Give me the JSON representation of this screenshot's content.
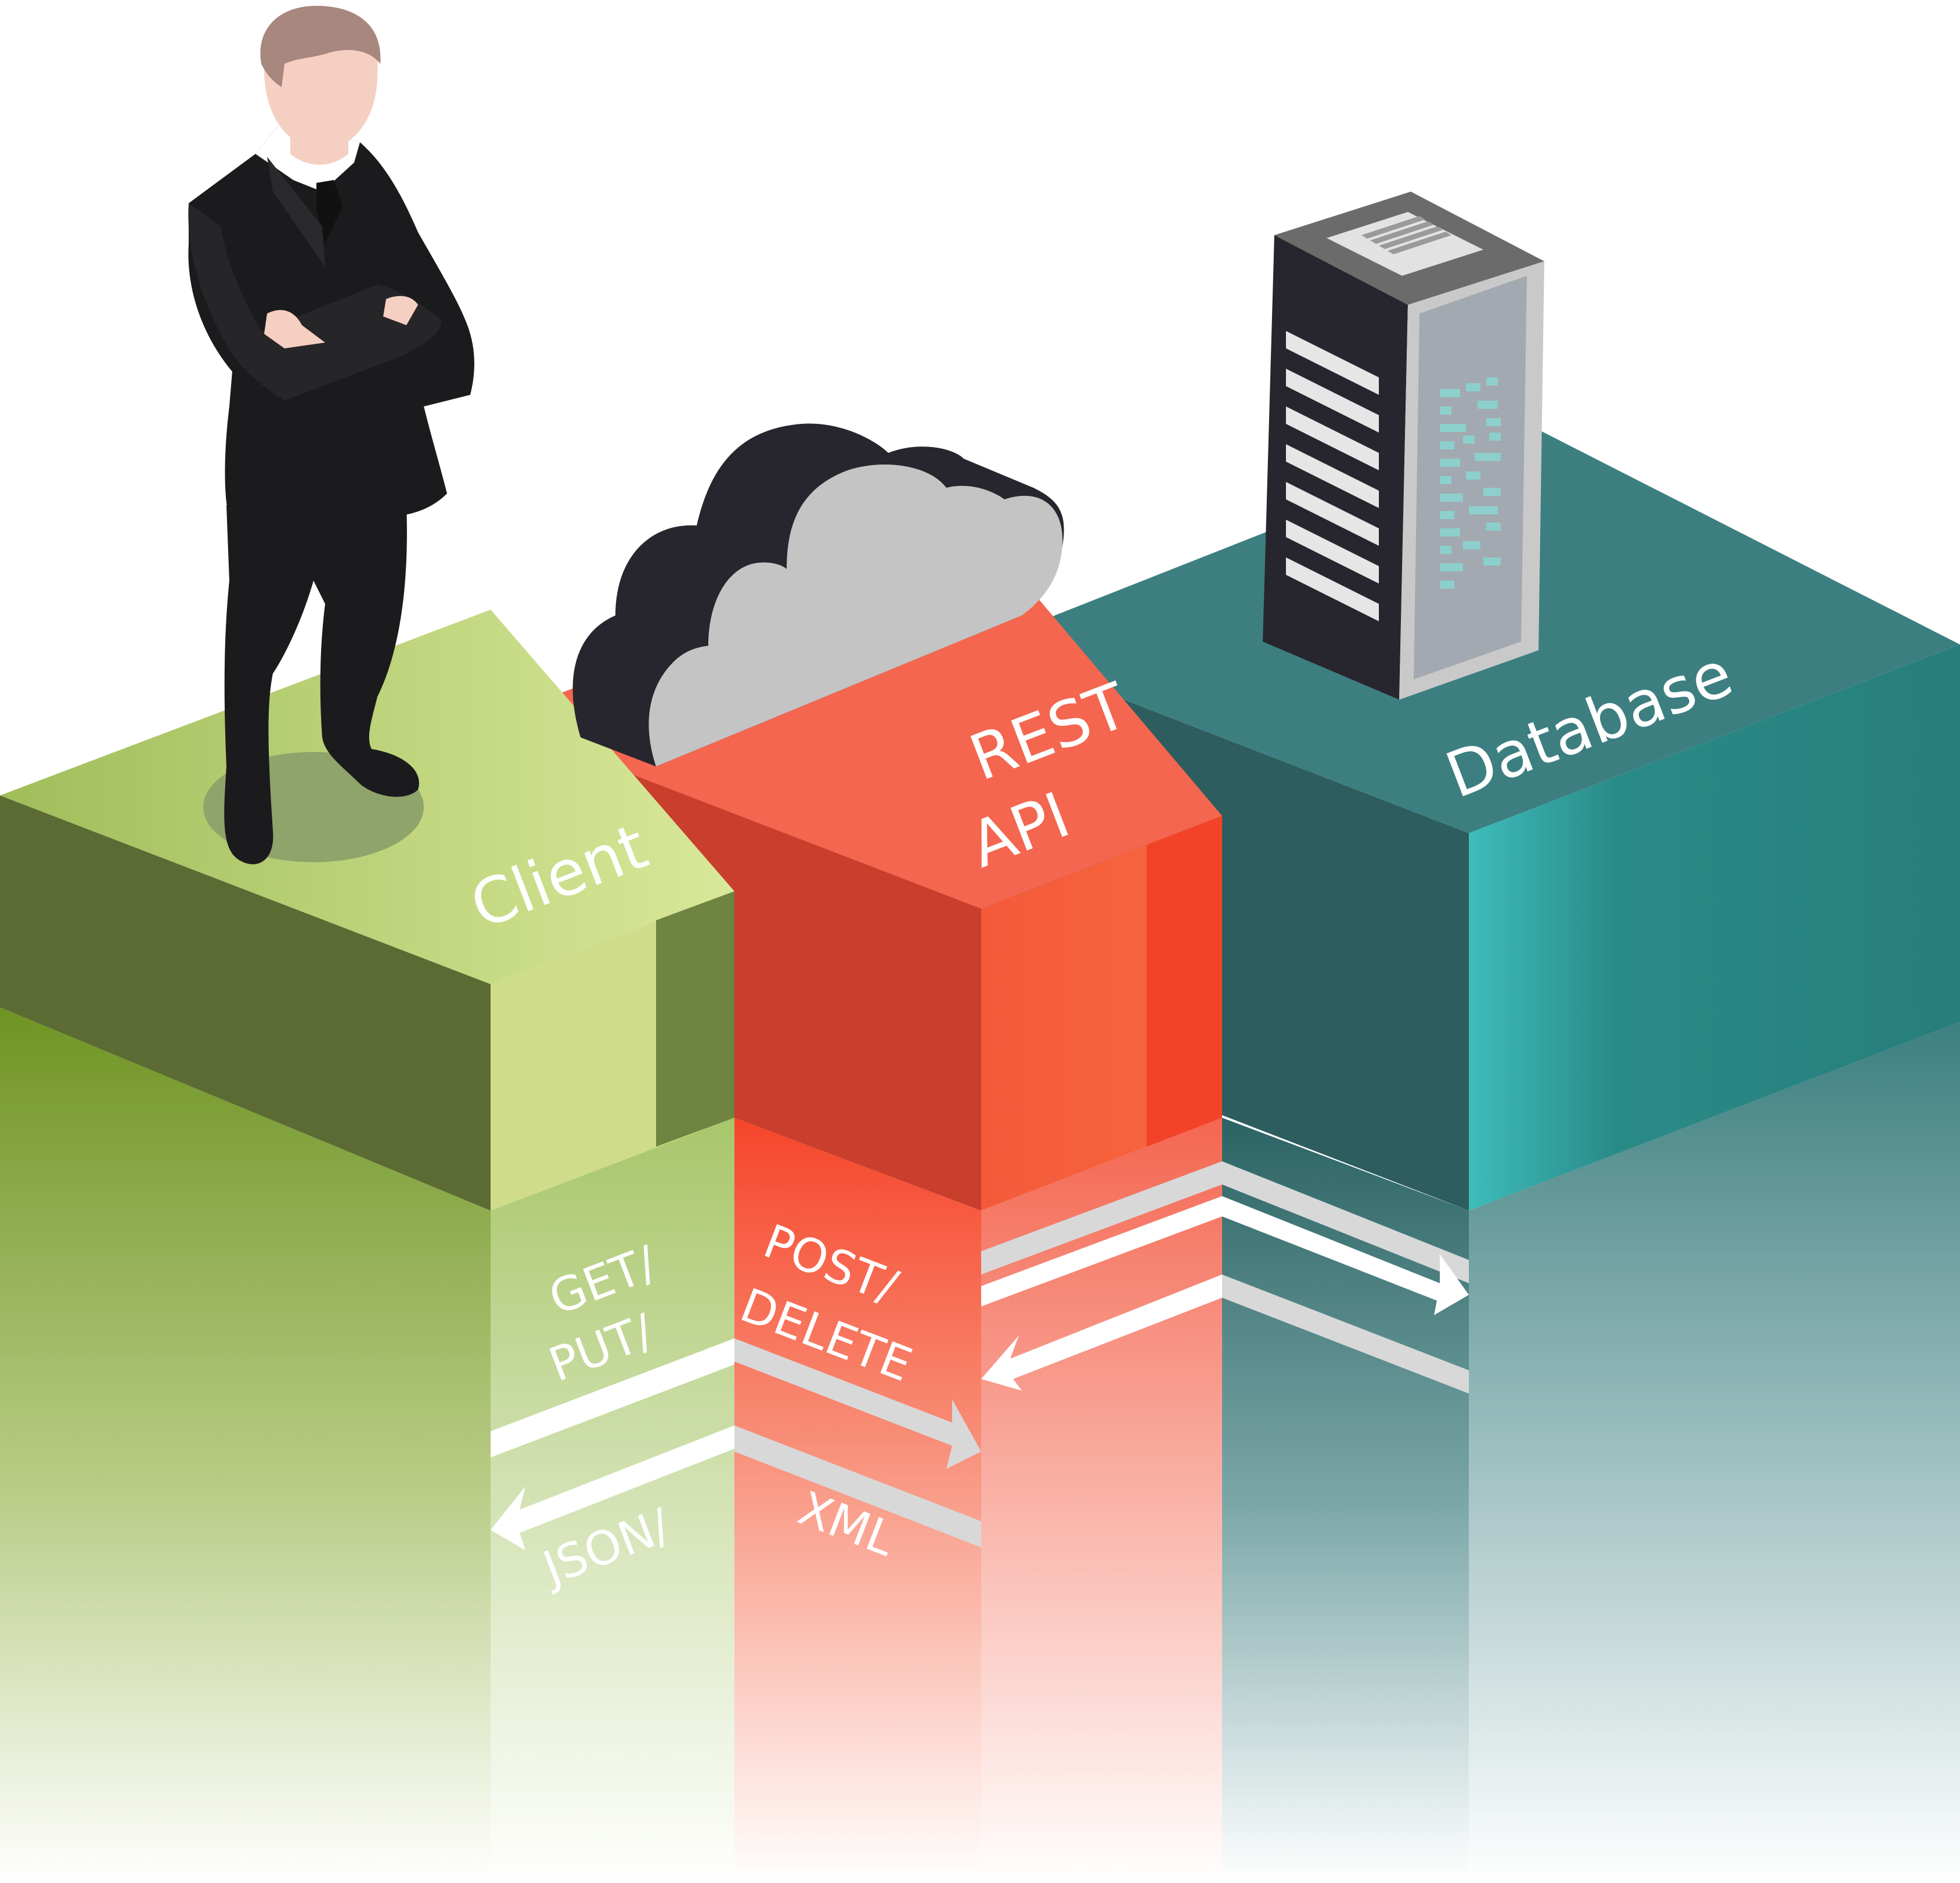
{
  "diagram": {
    "client_label": "Client",
    "api_label_line1": "REST",
    "api_label_line2": "API",
    "database_label": "Database",
    "request_line1": "GET/",
    "request_line2": "PUT/",
    "request_line3": "POST/",
    "request_line4": "DELETE",
    "response_line1": "JSON/",
    "response_line2": "XML"
  },
  "colors": {
    "client_top": "#a4c05e",
    "client_front": "#cfdc8a",
    "client_side": "#5b6b33",
    "api_top": "#f4664f",
    "api_front": "#f85c3a",
    "api_side": "#c93e2c",
    "database_top": "#3d7f80",
    "database_front": "#2a8a87",
    "database_side": "#2d5d5e",
    "arrow": "#ffffff",
    "arrow_shadow": "#d8d8d8"
  },
  "icons": [
    "businessman-figure",
    "cloud-icon",
    "server-icon"
  ]
}
